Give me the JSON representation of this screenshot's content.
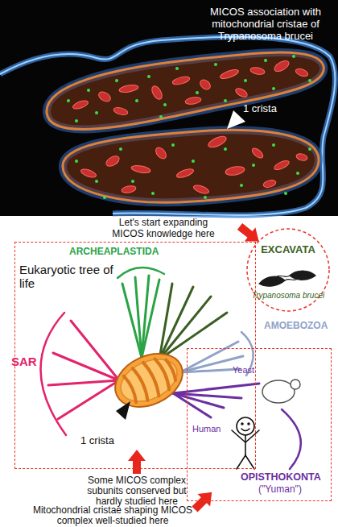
{
  "diagram": {
    "nodes": [
      {
        "text": [
          "MICOS association with mitochondrial cristae of Trypanosoma brucei"
        ]
      },
      {
        "text": [
          "Eukaryotic tree of life"
        ]
      },
      {
        "text": [
          "EXCAVATA",
          "Trypanosoma brucei"
        ]
      },
      {
        "text": [
          "Yeast",
          "Human",
          "OPISTHOKONTA",
          "(\"Yuman\")"
        ]
      }
    ],
    "labels": [
      "1 crista",
      "Let's start expanding MICOS knowledge here",
      "ARCHEAPLASTIDA",
      "AMOEBOZOA",
      "SAR",
      "1 crista",
      "Some MICOS complex subunits conserved but hardly studied here",
      "Mitochondrial cristae shaping MICOS complex well-studied here"
    ]
  }
}
